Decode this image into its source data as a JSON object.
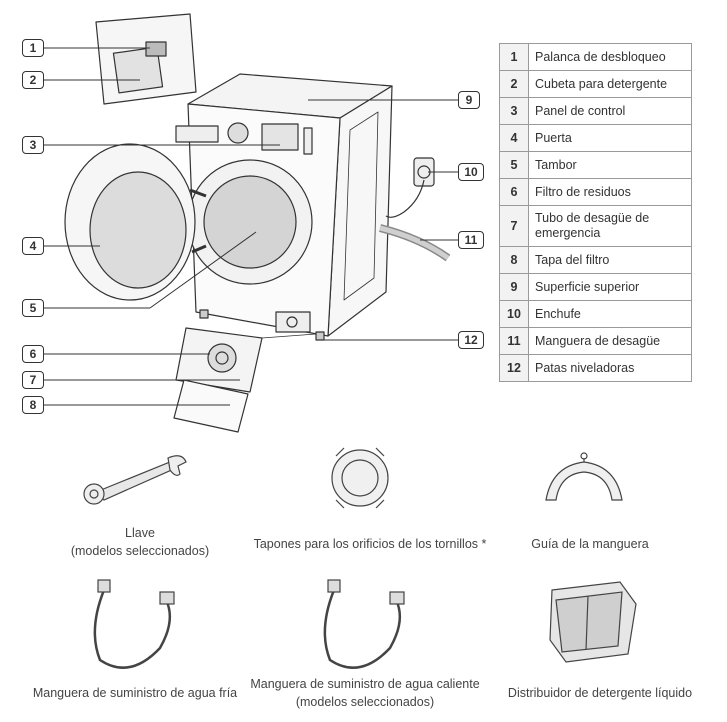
{
  "callouts": [
    "1",
    "2",
    "3",
    "4",
    "5",
    "6",
    "7",
    "8",
    "9",
    "10",
    "11",
    "12"
  ],
  "parts": [
    {
      "num": "1",
      "name": "Palanca de desbloqueo"
    },
    {
      "num": "2",
      "name": "Cubeta para detergente"
    },
    {
      "num": "3",
      "name": "Panel de control"
    },
    {
      "num": "4",
      "name": "Puerta"
    },
    {
      "num": "5",
      "name": "Tambor"
    },
    {
      "num": "6",
      "name": "Filtro de residuos"
    },
    {
      "num": "7",
      "name": "Tubo de desagüe de emergencia"
    },
    {
      "num": "8",
      "name": "Tapa del filtro"
    },
    {
      "num": "9",
      "name": "Superficie superior"
    },
    {
      "num": "10",
      "name": "Enchufe"
    },
    {
      "num": "11",
      "name": "Manguera de desagüe"
    },
    {
      "num": "12",
      "name": "Patas niveladoras"
    }
  ],
  "accessories": {
    "wrench": {
      "line1": "Llave",
      "line2": "(modelos seleccionados)"
    },
    "bolt_caps": {
      "line1": "Tapones para los orificios de los tornillos *"
    },
    "hose_guide": {
      "line1": "Guía de la manguera"
    },
    "cold_hose": {
      "line1": "Manguera de suministro de agua fría"
    },
    "hot_hose": {
      "line1": "Manguera de suministro de agua caliente",
      "line2": "(modelos seleccionados)"
    },
    "liquid_dispenser": {
      "line1": "Distribuidor de detergente líquido"
    }
  },
  "colors": {
    "line": "#333333",
    "panel": "#d9d9d9",
    "table_border": "#9a9a9a"
  }
}
